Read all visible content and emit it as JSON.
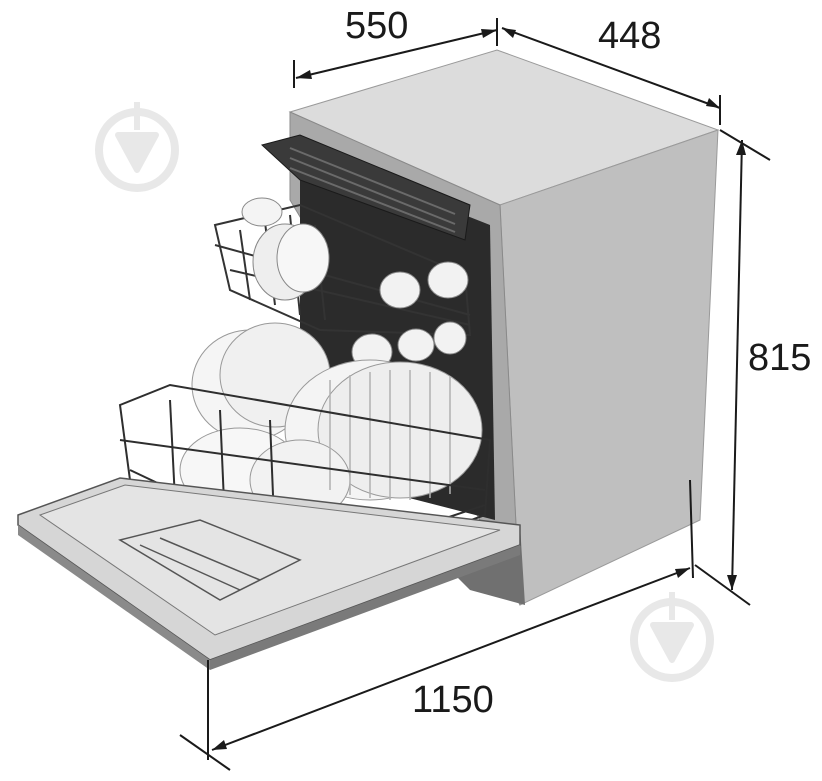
{
  "dimensions": {
    "depth": "550",
    "width": "448",
    "height": "815",
    "open_depth": "1150"
  },
  "colors": {
    "line": "#1a1a1a",
    "cabinet_side": "#bfbfbf",
    "cabinet_top": "#dcdcdc",
    "cabinet_front": "#a9a9a9",
    "interior": "#2b2b2b",
    "door": "#9a9a9a",
    "watermark": "#e6e6e6"
  },
  "icons": [
    "watermark-logo-icon",
    "watermark-logo-icon"
  ]
}
